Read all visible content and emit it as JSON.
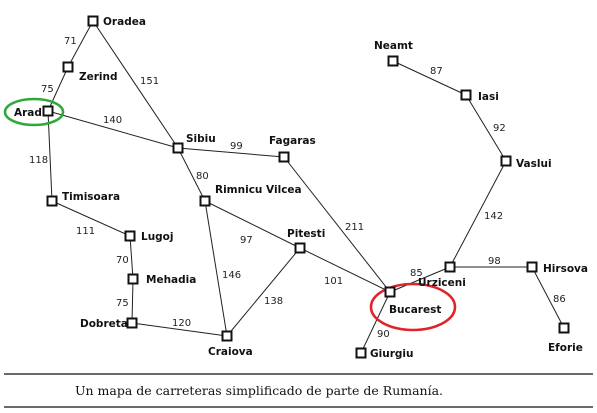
{
  "caption": "Un mapa de carreteras simplificado de parte de Rumanía.",
  "highlight_colors": {
    "start": "#2eaa3a",
    "goal": "#e0242c"
  },
  "cities": {
    "oradea": "Oradea",
    "zerind": "Zerind",
    "arad": "Arad",
    "timisoara": "Timisoara",
    "lugoj": "Lugoj",
    "mehadia": "Mehadia",
    "dobreta": "Dobreta",
    "craiova": "Craiova",
    "sibiu": "Sibiu",
    "rimnicu": "Rimnicu Vilcea",
    "fagaras": "Fagaras",
    "pitesti": "Pitesti",
    "bucarest": "Bucarest",
    "giurgiu": "Giurgiu",
    "urziceni": "Urziceni",
    "hirsova": "Hirsova",
    "eforie": "Eforie",
    "vaslui": "Vaslui",
    "iasi": "Iasi",
    "neamt": "Neamt"
  },
  "roads": [
    {
      "from": "Oradea",
      "to": "Zerind",
      "distance": "71"
    },
    {
      "from": "Zerind",
      "to": "Arad",
      "distance": "75"
    },
    {
      "from": "Oradea",
      "to": "Sibiu",
      "distance": "151"
    },
    {
      "from": "Arad",
      "to": "Sibiu",
      "distance": "140"
    },
    {
      "from": "Arad",
      "to": "Timisoara",
      "distance": "118"
    },
    {
      "from": "Timisoara",
      "to": "Lugoj",
      "distance": "111"
    },
    {
      "from": "Lugoj",
      "to": "Mehadia",
      "distance": "70"
    },
    {
      "from": "Mehadia",
      "to": "Dobreta",
      "distance": "75"
    },
    {
      "from": "Dobreta",
      "to": "Craiova",
      "distance": "120"
    },
    {
      "from": "Sibiu",
      "to": "Fagaras",
      "distance": "99"
    },
    {
      "from": "Sibiu",
      "to": "Rimnicu Vilcea",
      "distance": "80"
    },
    {
      "from": "Rimnicu Vilcea",
      "to": "Pitesti",
      "distance": "97"
    },
    {
      "from": "Rimnicu Vilcea",
      "to": "Craiova",
      "distance": "146"
    },
    {
      "from": "Craiova",
      "to": "Pitesti",
      "distance": "138"
    },
    {
      "from": "Pitesti",
      "to": "Bucarest",
      "distance": "101"
    },
    {
      "from": "Fagaras",
      "to": "Bucarest",
      "distance": "211"
    },
    {
      "from": "Bucarest",
      "to": "Giurgiu",
      "distance": "90"
    },
    {
      "from": "Bucarest",
      "to": "Urziceni",
      "distance": "85"
    },
    {
      "from": "Urziceni",
      "to": "Hirsova",
      "distance": "98"
    },
    {
      "from": "Hirsova",
      "to": "Eforie",
      "distance": "86"
    },
    {
      "from": "Urziceni",
      "to": "Vaslui",
      "distance": "142"
    },
    {
      "from": "Vaslui",
      "to": "Iasi",
      "distance": "92"
    },
    {
      "from": "Iasi",
      "to": "Neamt",
      "distance": "87"
    }
  ]
}
